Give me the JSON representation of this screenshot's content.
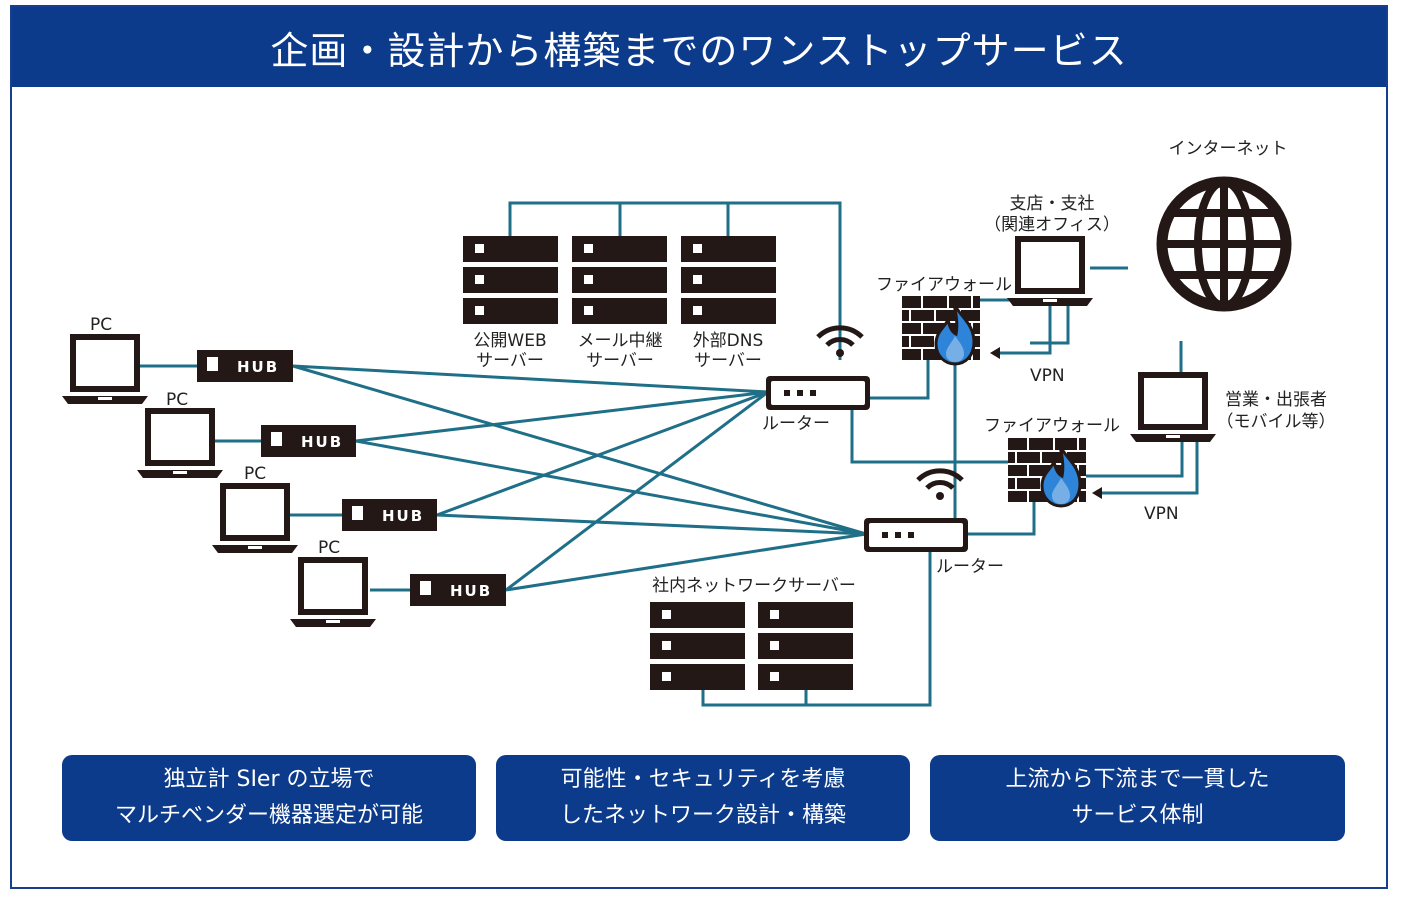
{
  "title": "企画・設計から構築までのワンストップサービス",
  "labels": {
    "internet": "インターネット",
    "branch_line1": "支店・支社",
    "branch_line2": "（関連オフィス）",
    "firewall": "ファイアウォール",
    "vpn": "VPN",
    "router": "ルーター",
    "mobile_line1": "営業・出張者",
    "mobile_line2": "（モバイル等）",
    "pc": "PC",
    "hub": "HUB",
    "web_server_line1": "公開WEB",
    "web_server_line2": "サーバー",
    "mail_server_line1": "メール中継",
    "mail_server_line2": "サーバー",
    "dns_server_line1": "外部DNS",
    "dns_server_line2": "サーバー",
    "internal_server": "社内ネットワークサーバー"
  },
  "features": [
    {
      "line1": "独立計 SIer の立場で",
      "line2": "マルチベンダー機器選定が可能"
    },
    {
      "line1": "可能性・セキュリティを考慮",
      "line2": "したネットワーク設計・構築"
    },
    {
      "line1": "上流から下流まで一貫した",
      "line2": "サービス体制"
    }
  ],
  "colors": {
    "brand_blue": "#0d3b8c",
    "link_teal": "#1e6f87",
    "device_dark": "#231815",
    "flame_blue": "#2d84d8"
  },
  "icons": [
    "laptop-icon",
    "hub-icon",
    "server-rack-icon",
    "router-icon",
    "wifi-icon",
    "firewall-icon",
    "globe-icon",
    "arrow-left-icon"
  ]
}
